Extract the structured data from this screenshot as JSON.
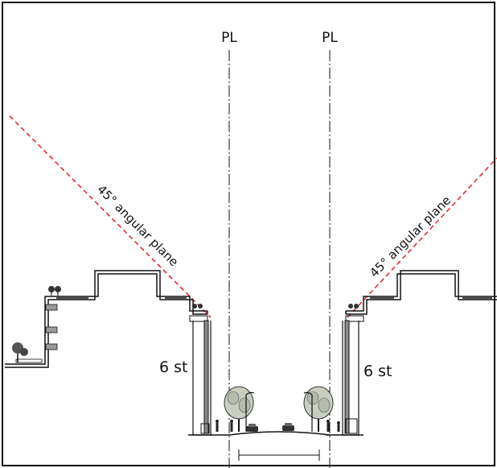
{
  "labels": {
    "pl_left": "PL",
    "pl_right": "PL",
    "plane_left": "45° angular plane",
    "plane_right": "45° angular plane",
    "height_left": "6 st",
    "height_right": "6 st"
  },
  "colors": {
    "angular_plane": "#e03030",
    "tree_foliage": "#c8cfc0",
    "building_wall": "#8a8a8a",
    "line": "#111111"
  }
}
